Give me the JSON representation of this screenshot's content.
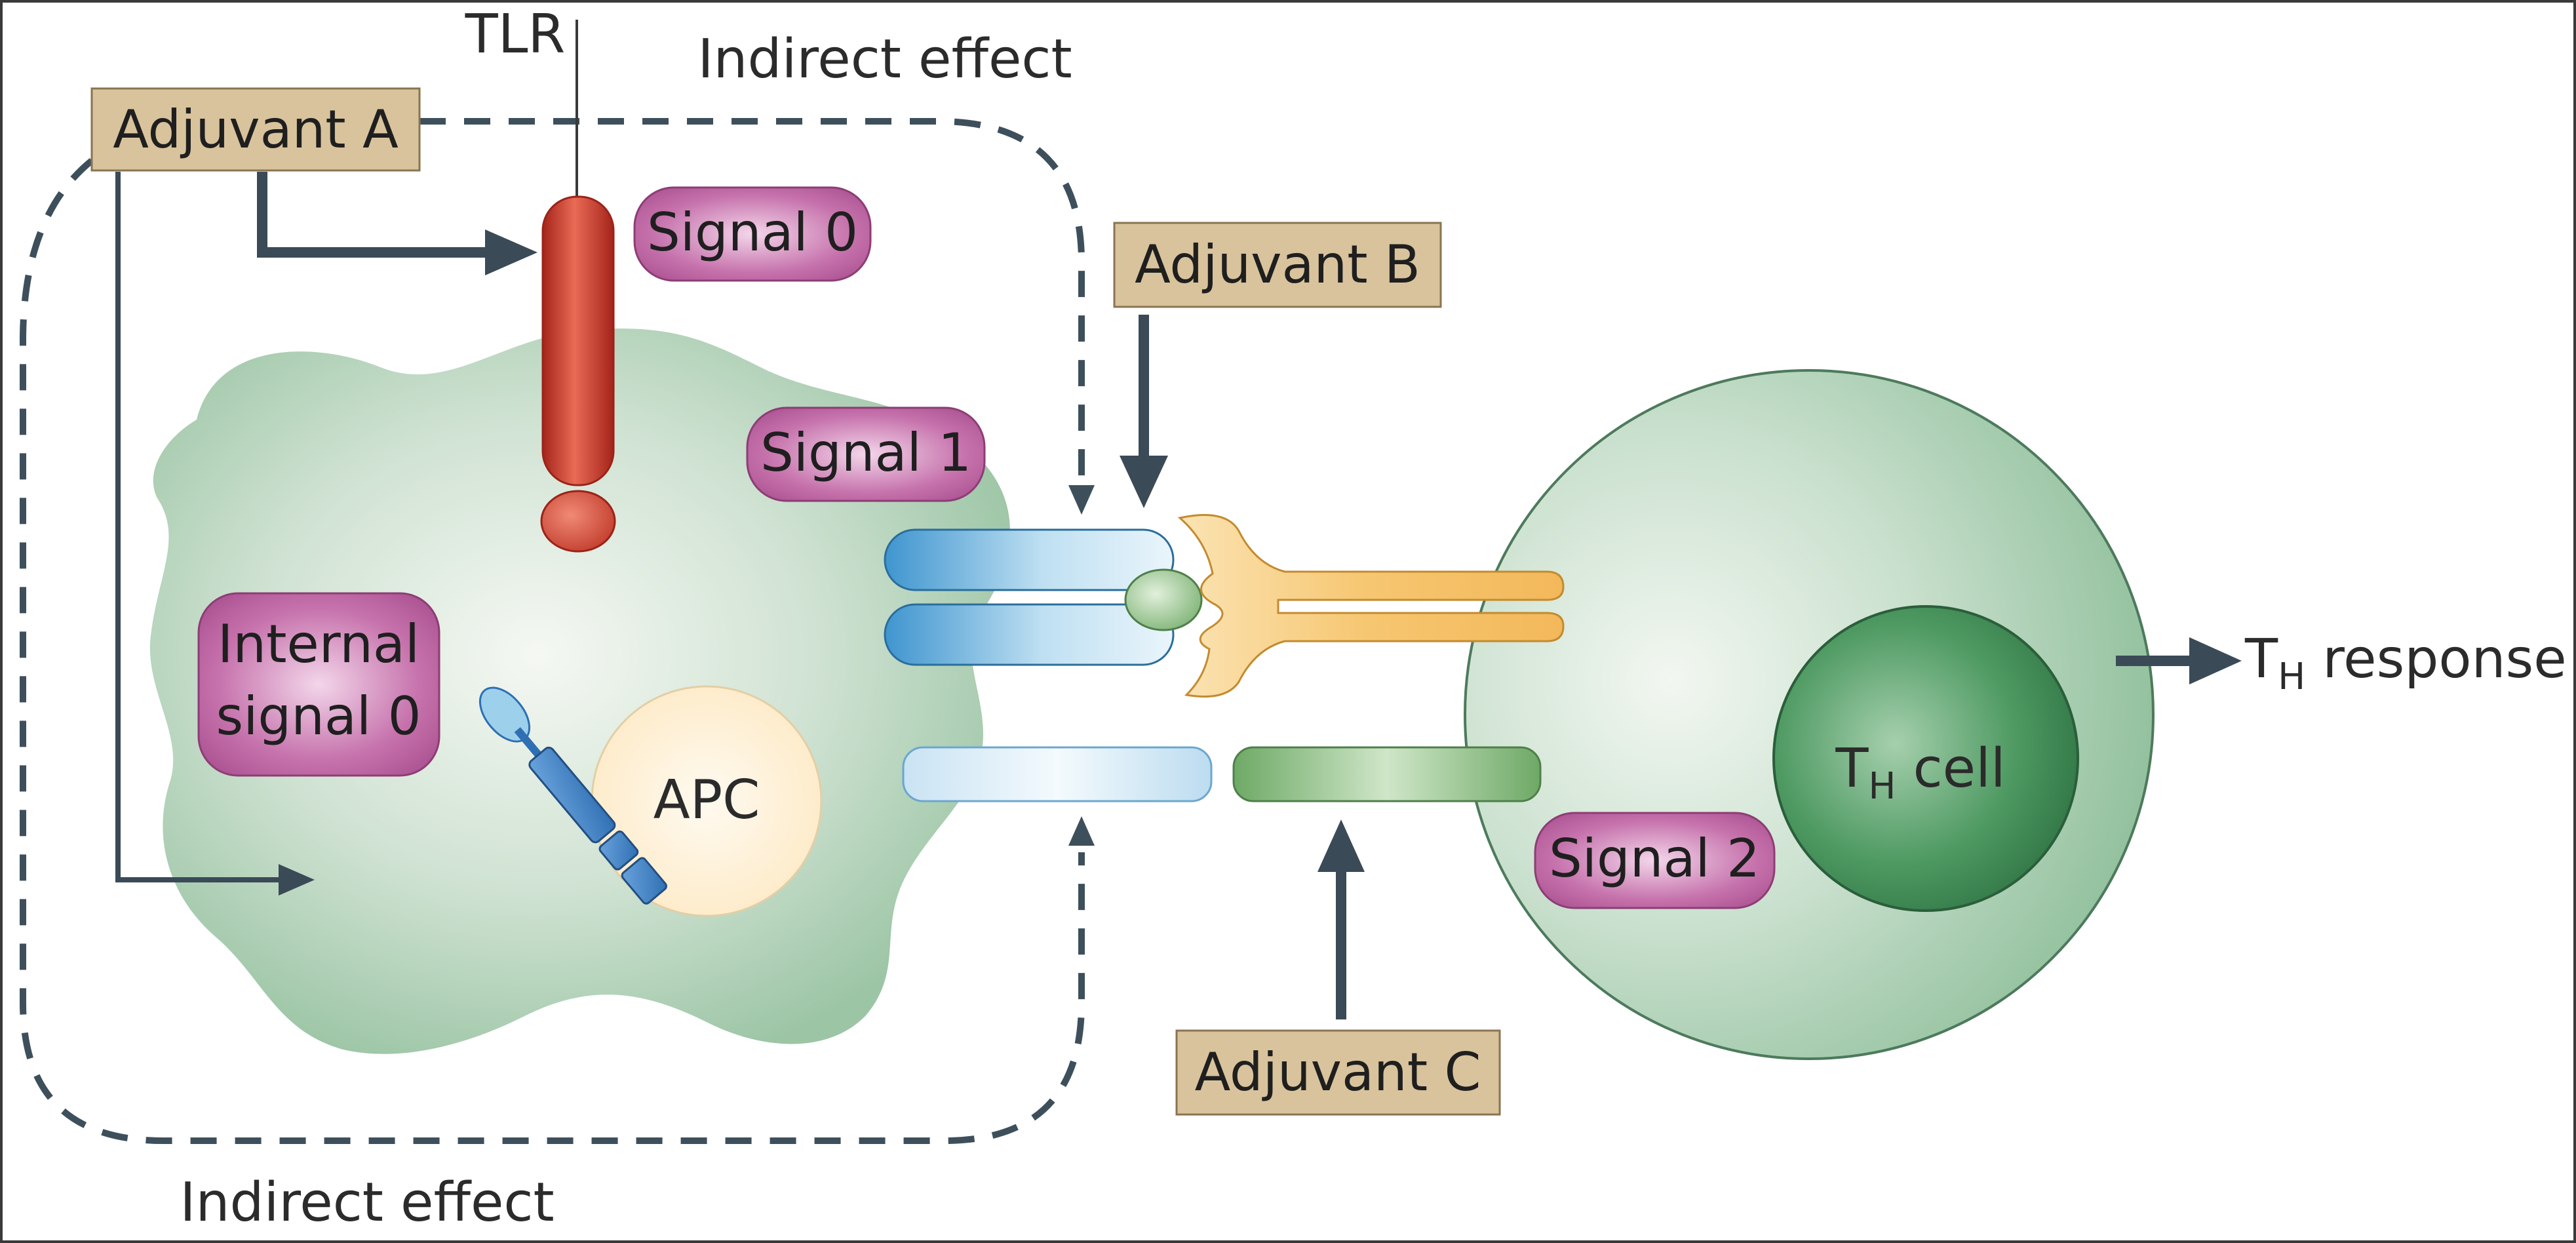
{
  "labels": {
    "tlr": "TLR",
    "indirect_top": "Indirect effect",
    "indirect_bottom": "Indirect effect",
    "apc": "APC",
    "th_cell_main": "T",
    "th_cell_sub": "H",
    "th_cell_rest": " cell",
    "th_response_main": "T",
    "th_response_sub": "H",
    "th_response_rest": " response"
  },
  "adjuvants": {
    "a": "Adjuvant A",
    "b": "Adjuvant B",
    "c": "Adjuvant C"
  },
  "signals": {
    "signal0": "Signal 0",
    "signal1": "Signal 1",
    "signal2": "Signal 2",
    "internal_line1": "Internal",
    "internal_line2": "signal 0"
  },
  "colors": {
    "adjuvant_box": "#d8c29a",
    "signal_box": "#b9589c",
    "arrow": "#3a4a57",
    "apc_cell": "#9fc9a8",
    "th_cell": "#a9d1b3",
    "tlr": "#cc3a2c",
    "mhc": "#5aa6d6",
    "tcr": "#f2c46d",
    "costim_green": "#79b06f"
  }
}
